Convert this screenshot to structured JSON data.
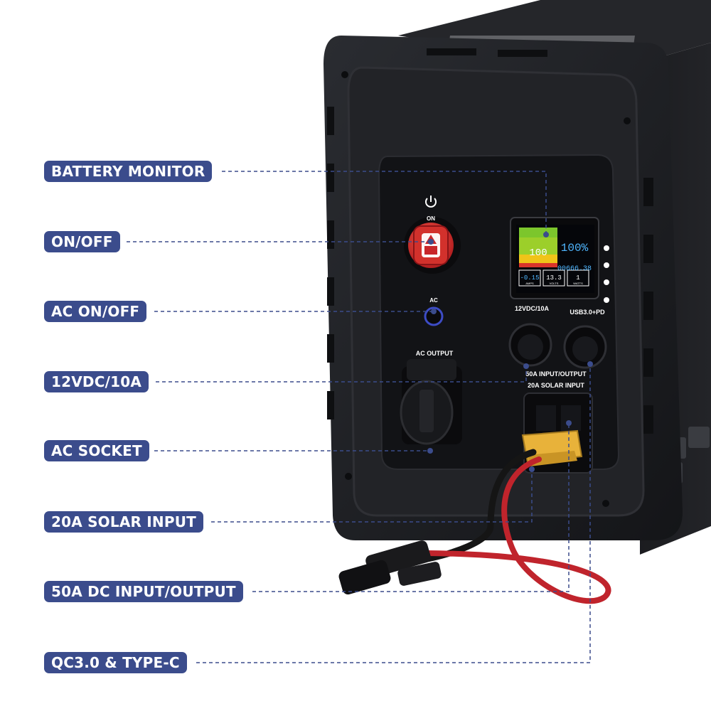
{
  "callouts": [
    {
      "id": "battery-monitor",
      "label": "BATTERY MONITOR"
    },
    {
      "id": "on-off",
      "label": "ON/OFF"
    },
    {
      "id": "ac-on-off",
      "label": "AC ON/OFF"
    },
    {
      "id": "12vdc",
      "label": "12VDC/10A"
    },
    {
      "id": "ac-socket",
      "label": "AC SOCKET"
    },
    {
      "id": "solar-input",
      "label": "20A SOLAR INPUT"
    },
    {
      "id": "dc-io",
      "label": "50A DC INPUT/OUTPUT"
    },
    {
      "id": "qc-typec",
      "label": "QC3.0 & TYPE-C"
    }
  ],
  "panel": {
    "on_label": "ON",
    "ac_label": "AC",
    "ac_output_label": "AC OUTPUT",
    "port_12v_label": "12VDC/10A",
    "port_usb_label": "USB3.0+PD",
    "input_label_1": "50A INPUT/OUTPUT",
    "input_label_2": "20A SOLAR INPUT"
  },
  "monitor": {
    "percent_left": "100",
    "percent_right": "100%",
    "counter": "00666.38",
    "amps_value": "-0.15",
    "amps_unit": "AMPS",
    "volts_value": "13.3",
    "volts_unit": "VOLTS",
    "watts_value": "1",
    "watts_unit": "WATTS"
  },
  "colors": {
    "callout_bg": "#3b4c8c",
    "leader_line": "#3b4c8c",
    "body": "#1c1d20",
    "battery_green": "#7cc62c",
    "battery_yellow": "#f0c419",
    "battery_red": "#d9342b",
    "switch_red": "#c8262a",
    "anderson_yellow": "#e8b23a",
    "cable_red": "#c0242c"
  }
}
